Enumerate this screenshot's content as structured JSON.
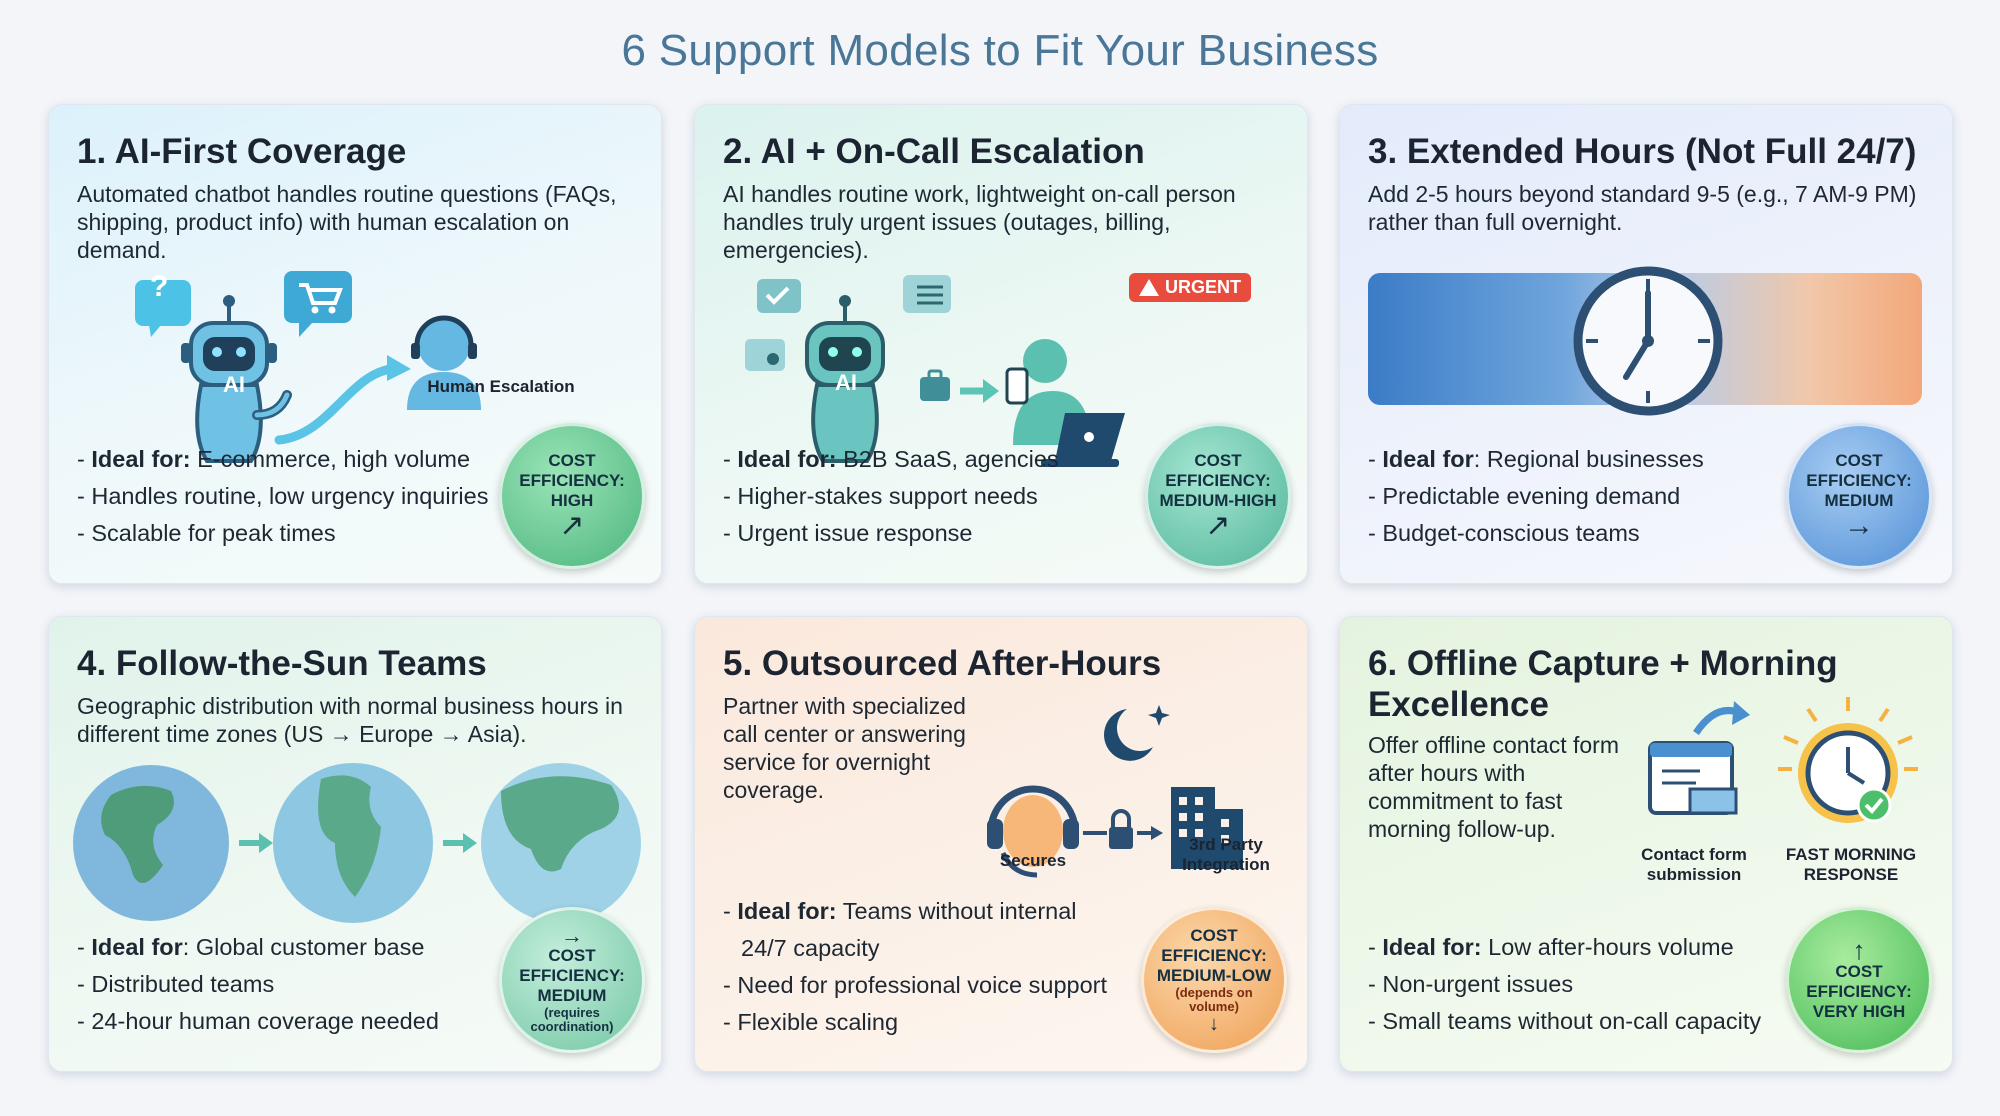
{
  "title": "6 Support Models to Fit Your Business",
  "cards": [
    {
      "title": "1. AI-First Coverage",
      "description": "Automated chatbot handles routine questions (FAQs, shipping, product info) with human escalation on demand.",
      "illustration_labels": {
        "robot": "AI",
        "question": "?",
        "escalation": "Human Escalation"
      },
      "ideal_label": "Ideal for:",
      "ideal_value": " E-commerce, high volume",
      "bullets": [
        "- Handles routine, low urgency inquiries",
        "- Scalable for peak times"
      ],
      "badge": {
        "title": "COST EFFICIENCY:",
        "value": "HIGH",
        "arrow": "↗",
        "color": "#5cc58f"
      }
    },
    {
      "title": "2. AI + On-Call Escalation",
      "description": "AI handles routine work, lightweight on-call person handles truly urgent issues (outages, billing, emergencies).",
      "illustration_labels": {
        "robot": "AI",
        "urgent": "URGENT"
      },
      "ideal_label": "Ideal for:",
      "ideal_value": " B2B SaaS, agencies",
      "bullets": [
        "- Higher-stakes support needs",
        "- Urgent issue response"
      ],
      "badge": {
        "title": "COST EFFICIENCY:",
        "value": "MEDIUM-HIGH",
        "arrow": "↗",
        "color": "#6cc7b2"
      }
    },
    {
      "title": "3. Extended Hours (Not Full 24/7)",
      "description": "Add 2-5 hours beyond standard 9-5 (e.g., 7 AM-9 PM) rather than full overnight.",
      "ideal_label": "Ideal for",
      "ideal_value": ": Regional businesses",
      "bullets": [
        "- Predictable evening demand",
        "- Budget-conscious teams"
      ],
      "badge": {
        "title": "COST EFFICIENCY:",
        "value": "MEDIUM",
        "arrow": "→",
        "color": "#72a9e2"
      }
    },
    {
      "title": "4. Follow-the-Sun Teams",
      "description": "Geographic distribution with normal business hours in different time zones (US → Europe → Asia).",
      "ideal_label": "Ideal for",
      "ideal_value": ": Global customer base",
      "bullets": [
        "- Distributed teams",
        "- 24-hour human coverage needed"
      ],
      "badge": {
        "title": "COST EFFICIENCY:",
        "value": "MEDIUM",
        "note": "(requires coordination)",
        "arrow": "→",
        "color": "#8fd2b8"
      }
    },
    {
      "title": "5. Outsourced After-Hours",
      "description": "Partner with specialized call center or answering service for overnight coverage.",
      "illustration_labels": {
        "secures": "Secures",
        "third_party": "3rd Party Integration"
      },
      "ideal_label": "Ideal for:",
      "ideal_value": " Teams without internal",
      "ideal_cont": "24/7 capacity",
      "bullets": [
        "- Need for professional voice support",
        "- Flexible scaling"
      ],
      "badge": {
        "title": "COST EFFICIENCY:",
        "value": "MEDIUM-LOW",
        "note": "(depends on volume)",
        "arrow": "↓",
        "color": "#f6b86f"
      }
    },
    {
      "title": "6. Offline Capture + Morning Excellence",
      "description": "Offer offline contact form after hours with commitment to fast morning follow-up.",
      "illustration_labels": {
        "form": "Contact form submission",
        "morning": "FAST MORNING RESPONSE"
      },
      "ideal_label": "Ideal for:",
      "ideal_value": " Low after-hours volume",
      "bullets": [
        "- Non-urgent issues",
        "- Small teams without on-call capacity"
      ],
      "badge": {
        "title": "COST EFFICIENCY:",
        "value": "VERY HIGH",
        "arrow": "↑",
        "color": "#5ccb6c"
      }
    }
  ],
  "colors": {
    "title": "#4a7797",
    "card1_bg": "#e3f3fb",
    "card2_bg": "#e4f4f1",
    "card3_bg": "#e8eefb",
    "card4_bg": "#e6f4ec",
    "card5_bg": "#fbeee4",
    "card6_bg": "#eaf5e6"
  }
}
